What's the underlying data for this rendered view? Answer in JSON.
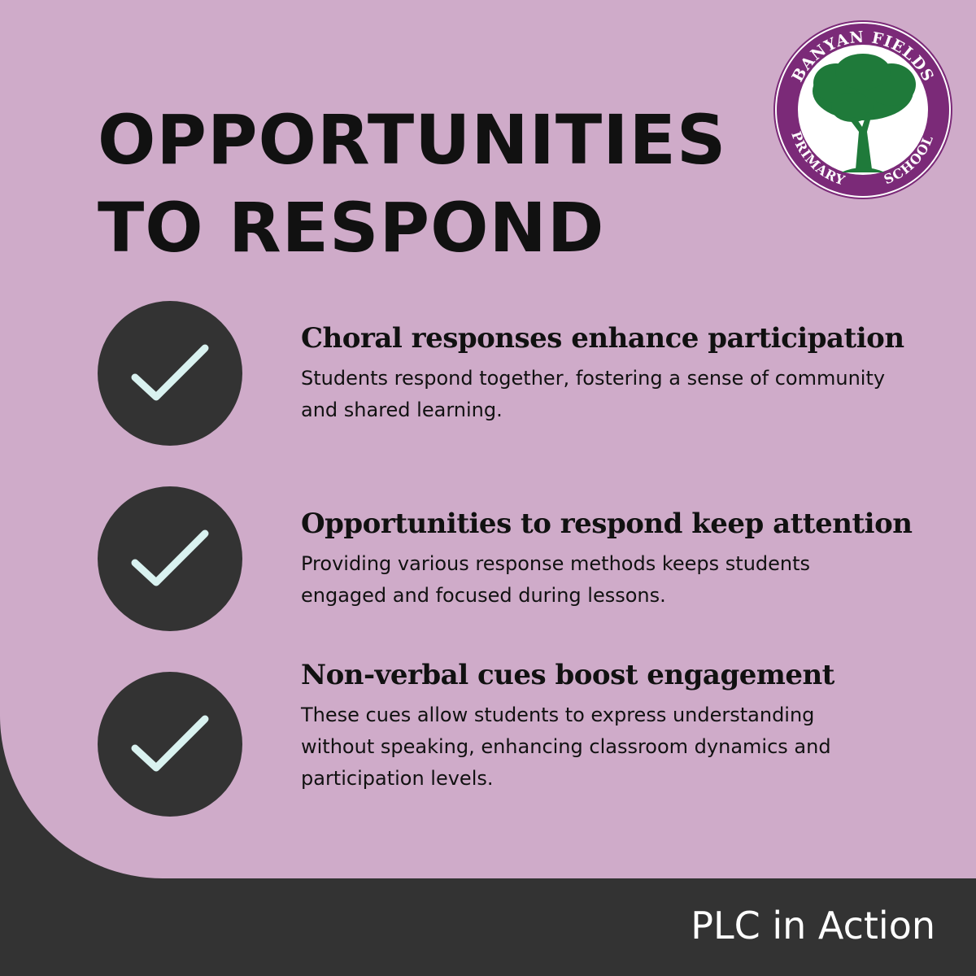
{
  "page": {
    "title_line1": "OPPORTUNITIES",
    "title_line2": "TO RESPOND",
    "footer_label": "PLC in Action"
  },
  "logo": {
    "top_text": "BANYAN FIELDS",
    "bottom_left_text": "PRIMARY",
    "bottom_right_text": "SCHOOL"
  },
  "items": [
    {
      "icon": "checkmark-icon",
      "heading": "Choral responses enhance participation",
      "body": "Students respond together, fostering a sense of community and shared learning."
    },
    {
      "icon": "checkmark-icon",
      "heading": "Opportunities to respond keep attention",
      "body": "Providing various response methods keeps students engaged and focused during lessons."
    },
    {
      "icon": "checkmark-icon",
      "heading": "Non-verbal cues boost engagement",
      "body": "These cues allow students to express understanding without speaking, enhancing classroom dynamics and participation levels."
    }
  ],
  "colors": {
    "panel_background": "#cfabc9",
    "dark": "#333333",
    "check_stroke": "#d9f2f0",
    "logo_ring": "#7b2a78",
    "logo_tree": "#1f7a3a",
    "text": "#111111"
  }
}
